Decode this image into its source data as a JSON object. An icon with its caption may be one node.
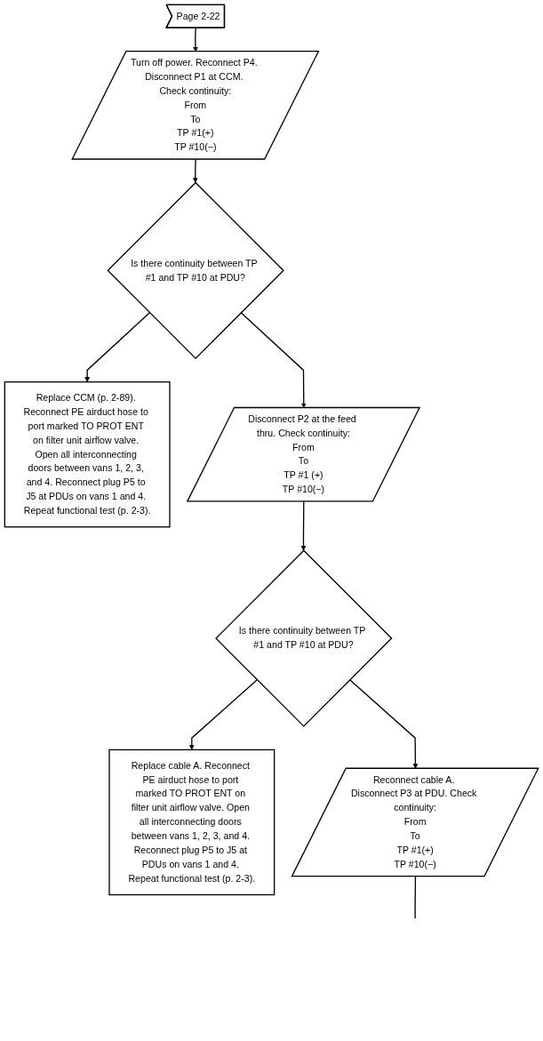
{
  "diagram": {
    "nodes": [
      {
        "text": [
          "Page 2-22"
        ]
      },
      {
        "text": [
          "Turn off power. Reconnect P4. Disconnect P1 at CCM. Check continuity:",
          "From",
          "To",
          "TP #1(+)",
          "TP #10(−)"
        ]
      },
      {
        "text": [
          "Is there continuity between TP #1 and TP #10 at PDU?"
        ]
      },
      {
        "text": [
          "Replace CCM (p. 2-89). Reconnect PE airduct hose to port marked TO PROT ENT on filter unit airflow valve. Open all interconnecting doors between vans 1, 2, 3, and 4. Reconnect plug P5 to J5 at PDUs on vans 1 and 4. Repeat functional test (p. 2-3)."
        ]
      },
      {
        "text": [
          "Disconnect P2 at the feed thru. Check continuity:",
          "From",
          "To",
          "TP #1 (+)",
          "TP #10(−)"
        ]
      },
      {
        "text": [
          "Is there continuity between TP #1 and TP #10 at PDU?"
        ]
      },
      {
        "text": [
          "Replace cable A. Reconnect PE airduct hose to port marked TO PROT ENT on filter unit airflow valve. Open all interconnecting doors between vans 1, 2, 3, and 4. Reconnect plug P5 to J5 at PDUs on vans 1 and 4. Repeat functional test (p. 2-3)."
        ]
      },
      {
        "text": [
          "Reconnect cable A. Disconnect P3 at PDU. Check continuity:",
          "From",
          "To",
          "TP #1(+)",
          "TP #10(−)"
        ]
      }
    ],
    "edges": [
      {
        "from": 0,
        "to": 1,
        "arrow": "to"
      },
      {
        "from": 1,
        "to": 2,
        "arrow": "to"
      },
      {
        "from": 2,
        "to": 3,
        "arrow": "to"
      },
      {
        "from": 2,
        "to": 4,
        "arrow": "to"
      },
      {
        "from": 4,
        "to": 5,
        "arrow": "to"
      },
      {
        "from": 5,
        "to": 6,
        "arrow": "to"
      },
      {
        "from": 5,
        "to": 7,
        "arrow": "to"
      },
      {
        "from": 7,
        "to": null,
        "arrow": "none"
      }
    ]
  }
}
